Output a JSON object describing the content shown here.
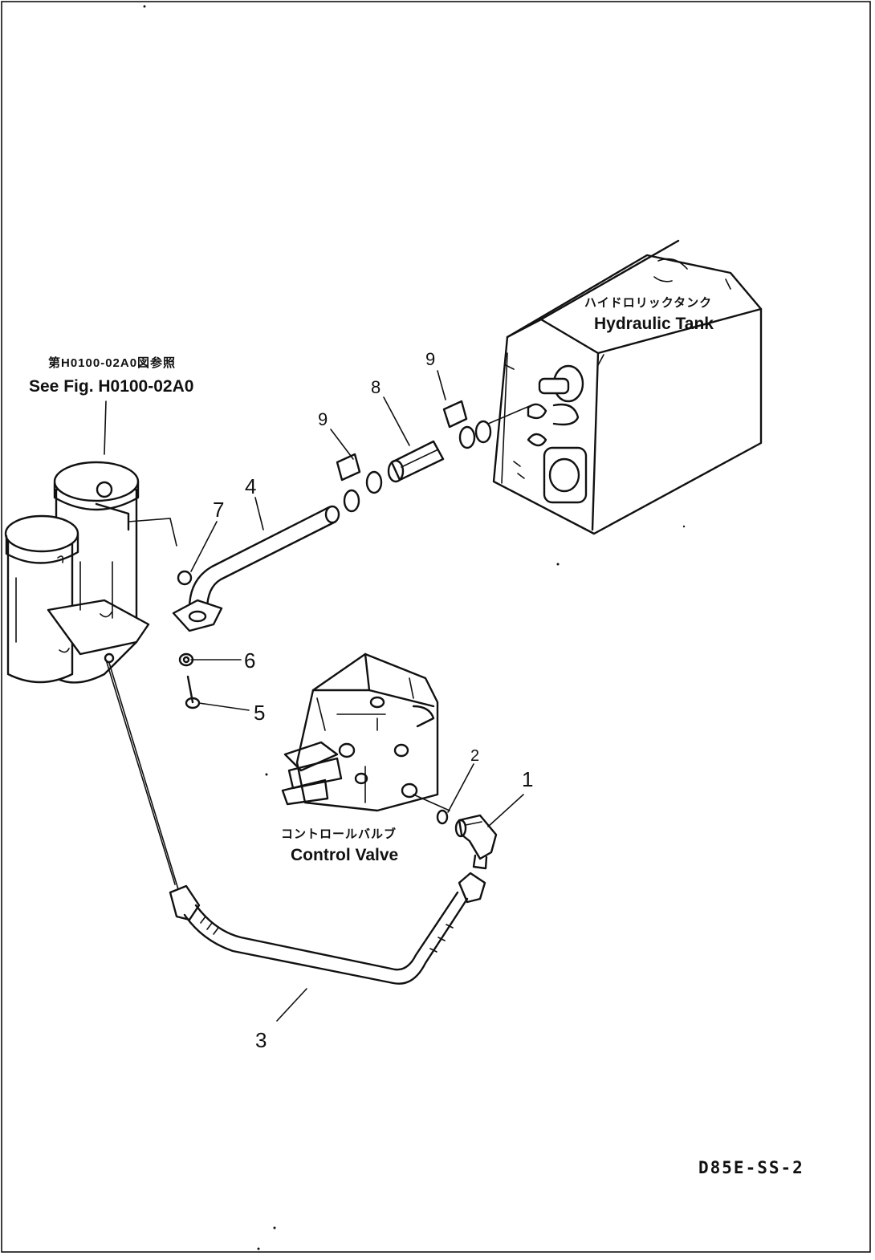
{
  "drawing": {
    "code": "D85E-SS-2",
    "reference": {
      "jp": "第H0100-02A0図参照",
      "en": "See Fig. H0100-02A0"
    },
    "labels": {
      "hydraulic_tank": {
        "jp": "ハイドロリックタンク",
        "en": "Hydraulic Tank"
      },
      "control_valve": {
        "jp": "コントロールバルブ",
        "en": "Control Valve"
      }
    },
    "callouts": {
      "p1": "1",
      "p2": "2",
      "p3": "3",
      "p4": "4",
      "p5": "5",
      "p6": "6",
      "p7": "7",
      "p8": "8",
      "p9a": "9",
      "p9b": "9"
    }
  }
}
